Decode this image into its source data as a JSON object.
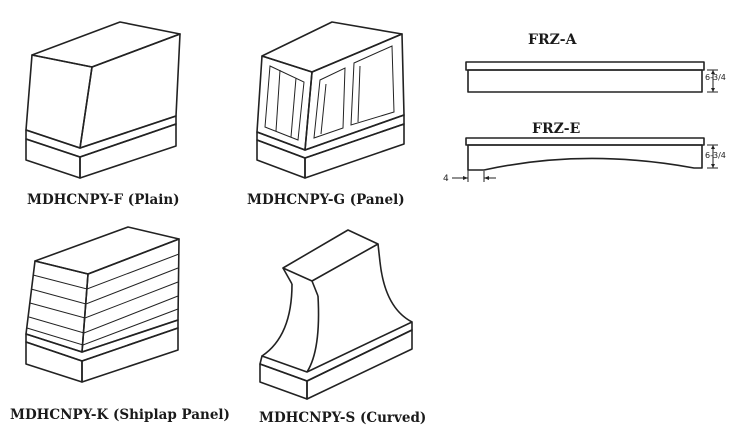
{
  "products": [
    {
      "caption": "MDHCNPY-F (Plain)",
      "icon": "plain-hood"
    },
    {
      "caption": "MDHCNPY-G (Panel)",
      "icon": "panel-hood"
    },
    {
      "caption": "MDHCNPY-K (Shiplap Panel)",
      "icon": "shiplap-hood"
    },
    {
      "caption": "MDHCNPY-S (Curved)",
      "icon": "curved-hood"
    }
  ],
  "friezes": [
    {
      "label": "FRZ-A",
      "height_dim": "6-3/4",
      "icon": "straight-frieze"
    },
    {
      "label": "FRZ-E",
      "height_dim": "6-3/4",
      "offset_dim": "4",
      "icon": "arched-frieze"
    }
  ]
}
